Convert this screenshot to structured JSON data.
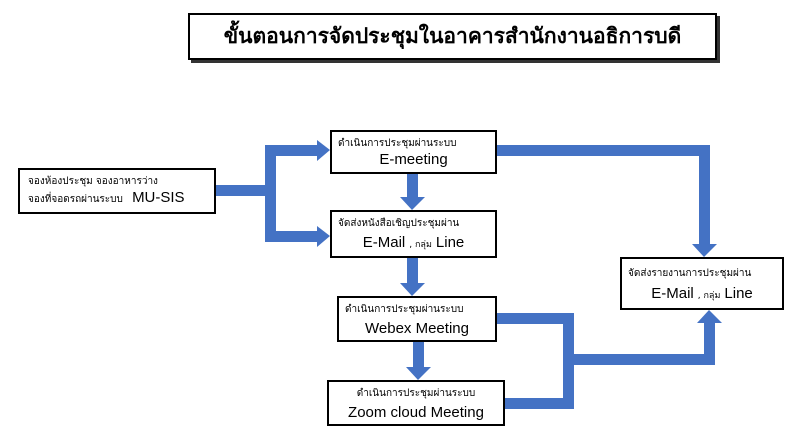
{
  "title": "ขั้นตอนการจัดประชุมในอาคารสำนักงานอธิการบดี",
  "arrow_color": "#4472C4",
  "steps": {
    "booking": {
      "line1": "จองห้องประชุม  จองอาหารว่าง",
      "line2": "จองที่จอดรถผ่านระบบ",
      "system": "MU-SIS"
    },
    "emeeting": {
      "line1": "ดำเนินการประชุมผ่านระบบ",
      "system": "E-meeting"
    },
    "invite": {
      "line1": "จัดส่งหนังสือเชิญประชุมผ่าน",
      "system1": "E-Mail",
      "sep": ", กลุ่ม",
      "system2": "Line"
    },
    "webex": {
      "line1": "ดำเนินการประชุมผ่านระบบ",
      "system": "Webex  Meeting"
    },
    "zoom": {
      "line1": "ดำเนินการประชุมผ่านระบบ",
      "system": "Zoom cloud Meeting"
    },
    "report": {
      "line1": "จัดส่งรายงานการประชุมผ่าน",
      "system1": "E-Mail",
      "sep": ", กลุ่ม",
      "system2": "Line"
    }
  }
}
